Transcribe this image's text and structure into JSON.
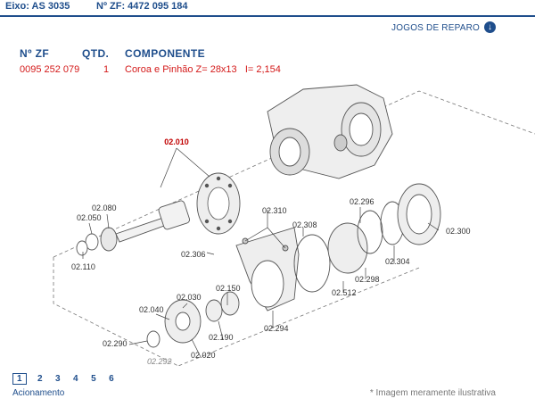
{
  "header": {
    "axle": "Eixo: AS 3035",
    "zf_number": "Nº ZF: 4472 095 184",
    "repair_link": "JOGOS DE REPARO",
    "repair_icon": "arrow-down-circle-icon"
  },
  "table": {
    "columns": [
      "Nº ZF",
      "QTD.",
      "COMPONENTE"
    ],
    "rows": [
      {
        "zf": "0095 252 079",
        "qty": "1",
        "component": "Coroa e Pinhão Z= 28x13   I= 2,154"
      }
    ]
  },
  "diagram": {
    "highlight_label": "02.010",
    "labels": {
      "l02080": "02.080",
      "l02050": "02.050",
      "l02110": "02.110",
      "l02310": "02.310",
      "l02308": "02.308",
      "l02296": "02.296",
      "l02300": "02.300",
      "l02306": "02.306",
      "l02512": "02.512",
      "l02298": "02.298",
      "l02304": "02.304",
      "l02150": "02.150",
      "l02030": "02.030",
      "l02040": "02.040",
      "l02290": "02.290",
      "l02190": "02.190",
      "l02020": "02.020",
      "l02294": "02.294",
      "l02292": "02.292"
    }
  },
  "pagination": {
    "pages": [
      "1",
      "2",
      "3",
      "4",
      "5",
      "6"
    ],
    "active": "1"
  },
  "footer": {
    "section": "Acionamento",
    "note": "* Imagem meramente ilustrativa"
  }
}
